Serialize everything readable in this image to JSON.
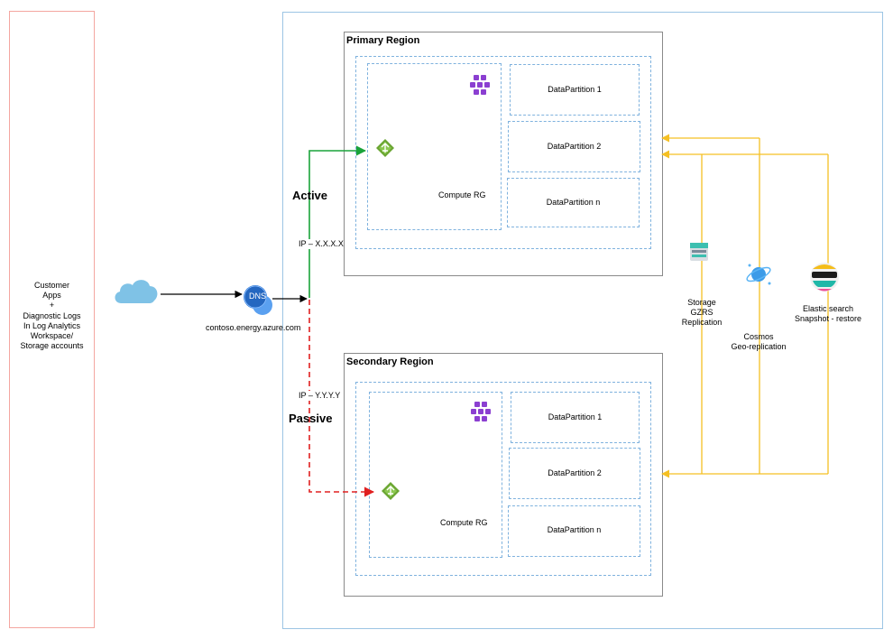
{
  "customer_text": [
    "Customer",
    "Apps",
    "+",
    "Diagnostic Logs",
    "In Log Analytics",
    "Workspace/",
    "Storage accounts"
  ],
  "dns": {
    "icon_label": "DNS",
    "hostname": "contoso.energy.azure.com"
  },
  "primary": {
    "title": "Primary Region",
    "compute_label": "Compute RG",
    "partitions": [
      "DataPartition 1",
      "DataPartition 2",
      "DataPartition n"
    ]
  },
  "secondary": {
    "title": "Secondary Region",
    "compute_label": "Compute RG",
    "partitions": [
      "DataPartition 1",
      "DataPartition 2",
      "DataPartition n"
    ]
  },
  "routing": {
    "active_label": "Active",
    "passive_label": "Passive",
    "ip_active": "IP – X.X.X.X",
    "ip_passive": "IP – Y.Y.Y.Y"
  },
  "services": {
    "storage": [
      "Storage",
      "GZRS",
      "Replication"
    ],
    "cosmos": [
      "Cosmos",
      "Geo-replication"
    ],
    "elastic": [
      "Elastic search",
      "Snapshot - restore"
    ]
  },
  "colors": {
    "customer_border": "#f4a6a0",
    "main_border": "#9cc5e4",
    "dashed_border": "#7fb2de",
    "active_line": "#1aa33a",
    "passive_line": "#e02020",
    "replication_line": "#f5c024",
    "cloud": "#7fc2e6",
    "dns": "#2f78d4",
    "aks": "#8b3fd1",
    "app_gateway": "#6aa532"
  }
}
